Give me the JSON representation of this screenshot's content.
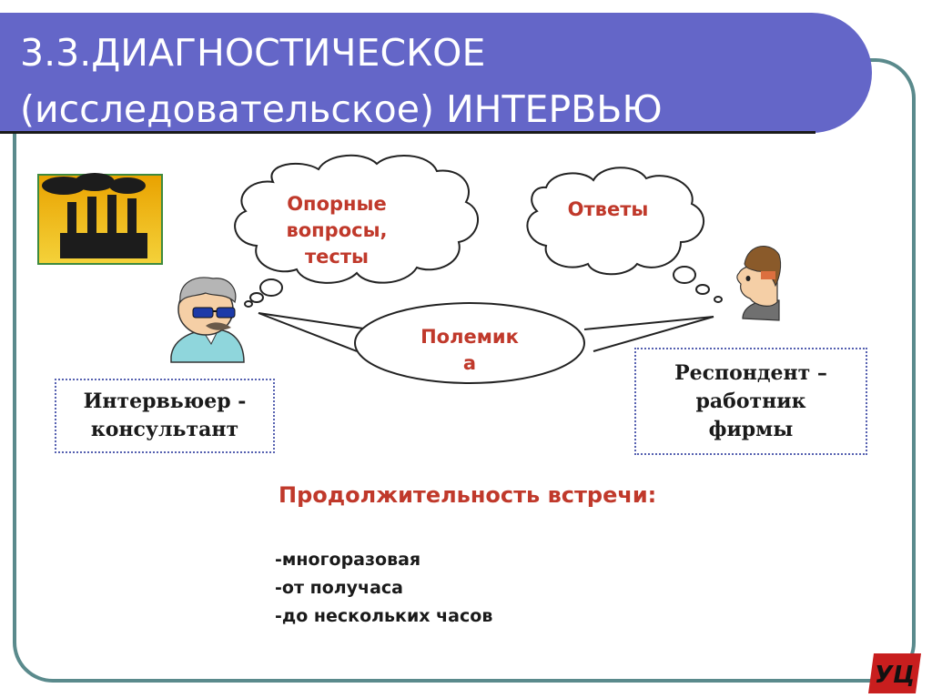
{
  "title": {
    "line1": "3.3.ДИАГНОСТИЧЕСКОЕ",
    "line2": "(исследовательское) ИНТЕРВЬЮ"
  },
  "diagram": {
    "bubble_questions": [
      "Опорные",
      "вопросы,",
      "тесты"
    ],
    "bubble_answers": "Ответы",
    "polemic": [
      "Полемик",
      "а"
    ],
    "interviewer": [
      "Интервьюер -",
      "консультант"
    ],
    "respondent": [
      "Респондент –",
      "работник",
      "фирмы"
    ]
  },
  "duration": {
    "heading": "Продолжительность встречи:",
    "items": [
      "-многоразовая",
      "-от получаса",
      "-до нескольких часов"
    ]
  },
  "icons": {
    "factory": "factory-icon",
    "interviewer": "man-with-glasses-icon",
    "respondent": "man-profile-icon",
    "logo": "uc-logo-icon"
  },
  "colors": {
    "title_bar": "#6466c8",
    "frame": "#5a8a8c",
    "accent_text": "#c0392b",
    "box_border": "#5560b0"
  }
}
